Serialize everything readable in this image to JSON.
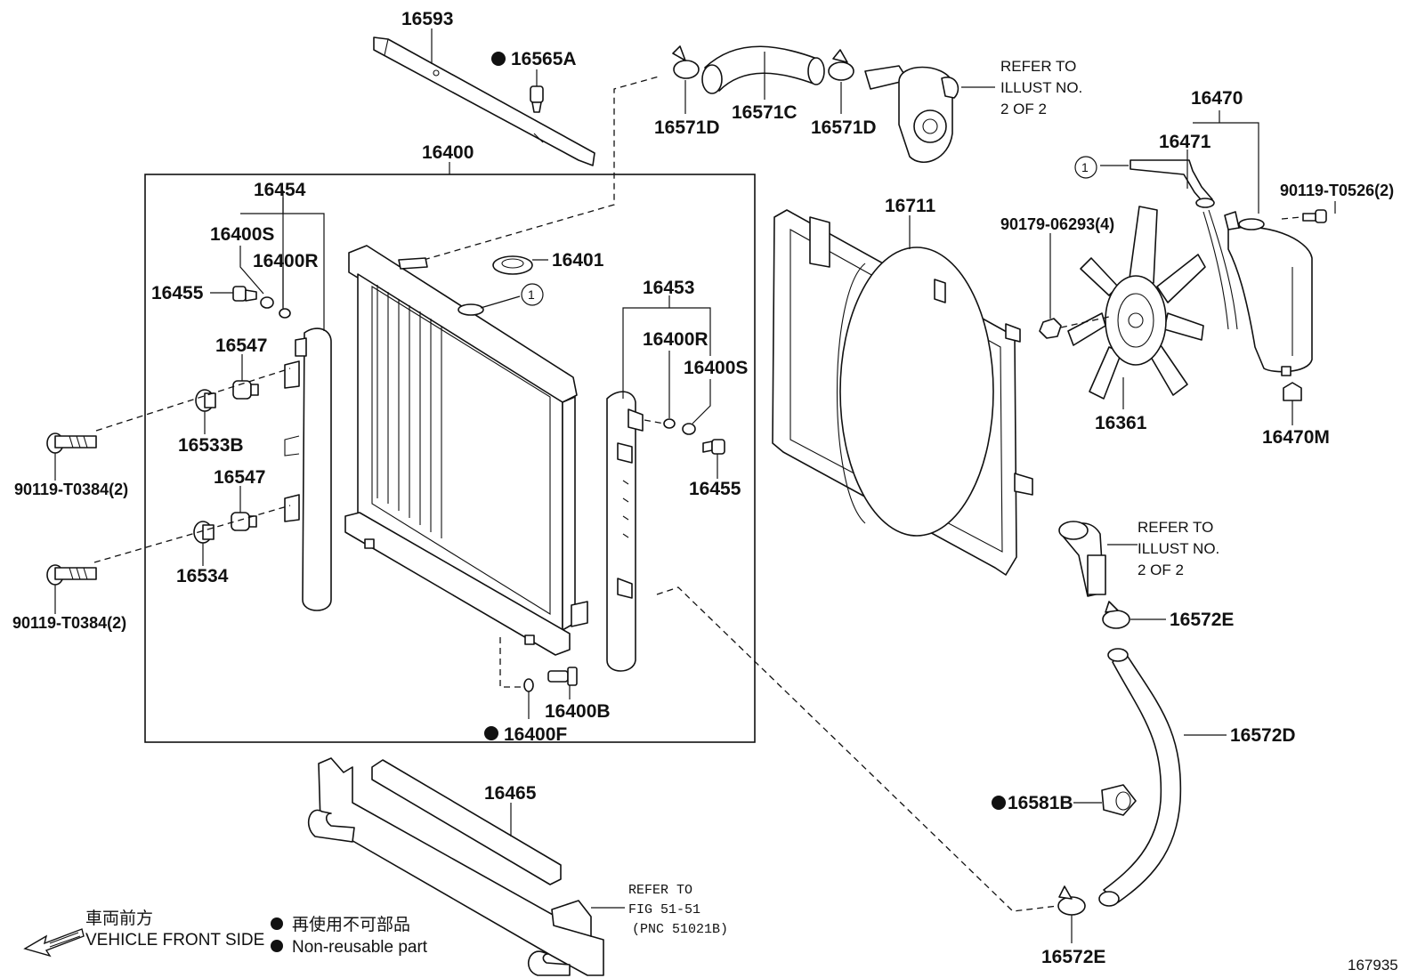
{
  "labels": {
    "p16593": "16593",
    "p16565A": "16565A",
    "p16571D_a": "16571D",
    "p16571C": "16571C",
    "p16571D_b": "16571D",
    "p16400": "16400",
    "p16454": "16454",
    "p16400S_l": "16400S",
    "p16400R_l": "16400R",
    "p16455_l": "16455",
    "p16401": "16401",
    "p16547_a": "16547",
    "p16533B": "16533B",
    "p90119_T0384_a": "90119-T0384(2)",
    "p16547_b": "16547",
    "p16534": "16534",
    "p90119_T0384_b": "90119-T0384(2)",
    "p16453": "16453",
    "p16400R_r": "16400R",
    "p16400S_r": "16400S",
    "p16455_r": "16455",
    "p16400B": "16400B",
    "p16400F": "16400F",
    "p16465": "16465",
    "p16711": "16711",
    "p16470": "16470",
    "p16471": "16471",
    "p90119_T0526": "90119-T0526(2)",
    "p90179_06293": "90179-06293(4)",
    "p16361": "16361",
    "p16470M": "16470M",
    "p16572E_a": "16572E",
    "p16572D": "16572D",
    "p16581B": "16581B",
    "p16572E_b": "16572E"
  },
  "circle_marker": "1",
  "refer_1": {
    "line1": "REFER TO",
    "line2": "ILLUST NO.",
    "line3": "2 OF 2"
  },
  "refer_2": {
    "line1": "REFER TO",
    "line2": "ILLUST NO.",
    "line3": "2 OF 2"
  },
  "refer_fig": {
    "line1": "REFER TO",
    "line2": "FIG 51-51",
    "line3": "(PNC 51021B)"
  },
  "legend": {
    "front_jp": "車両前方",
    "front_en": "VEHICLE FRONT SIDE",
    "nonreusable_jp": "再使用不可部品",
    "nonreusable_en": "Non-reusable part"
  },
  "figure_number": "167935"
}
